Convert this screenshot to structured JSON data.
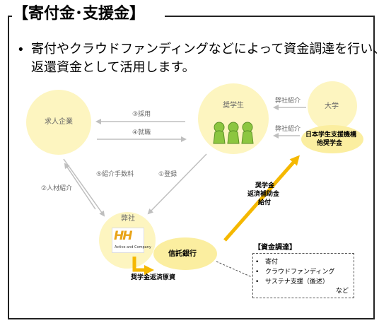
{
  "heading": "【寄付金･支援金】",
  "bullet": {
    "marker": "•",
    "line1": "寄付やクラウドファンディングなどによって資金調達を行い、",
    "line2": "返還資金として活用します。"
  },
  "nodes": {
    "employer": "求人企業",
    "student": "奨学生",
    "university": "大学",
    "jasso_line1": "日本学生支援機構",
    "jasso_line2": "他奨学金",
    "our_company": "弊社",
    "trust_bank": "信託銀行"
  },
  "edges": {
    "hiring": "③採用",
    "employment": "④就職",
    "fee": "⑤紹介手数料",
    "registration": "①登録",
    "referral": "②人材紹介",
    "intro_top": "弊社紹介",
    "intro_bottom": "弊社紹介",
    "repayment_principal": "奨学金返済原資",
    "grant_line1": "奨学金",
    "grant_line2": "返済補助金",
    "grant_line3": "給付"
  },
  "logo": {
    "mark": "HH",
    "tagline": "Active and Company"
  },
  "funding": {
    "title": "【資金調達】",
    "items": [
      "寄付",
      "クラウドファンディング",
      "サステナ支援（後述）"
    ],
    "etc": "など"
  },
  "colors": {
    "node_fill": "#fdf5c0",
    "node_fill_strong": "#fbeea0",
    "accent_arrow": "#f5b800",
    "student_icon": "#8cc640",
    "arrow_gray": "#bfbfbf"
  }
}
